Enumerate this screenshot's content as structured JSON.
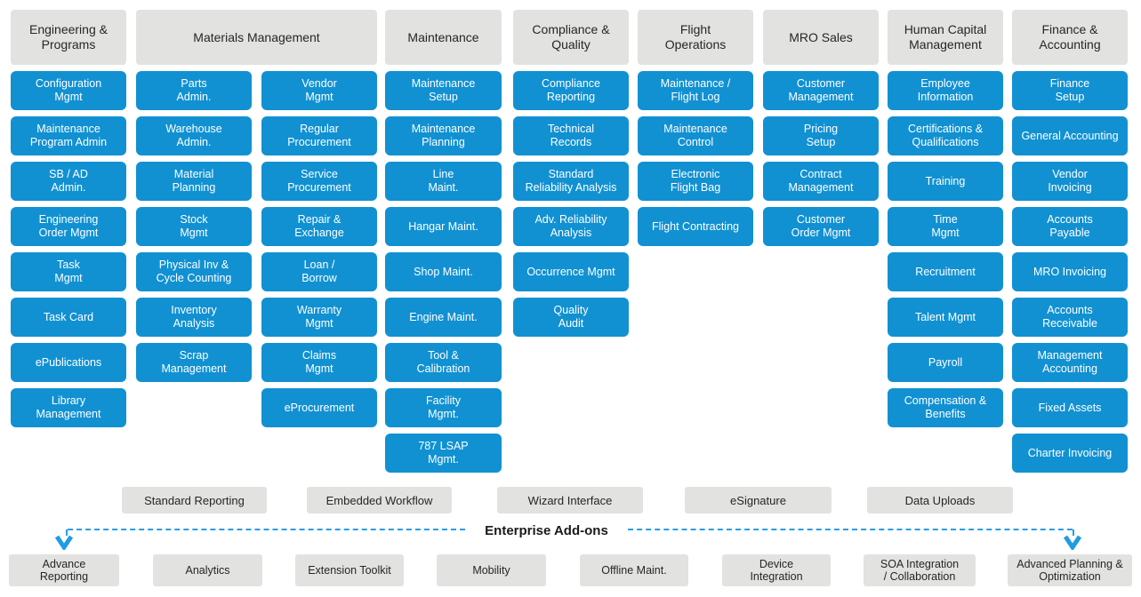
{
  "palette": {
    "module_blue": "#1191d2",
    "box_gray": "#e2e2e0",
    "dash_blue": "#2b9de0",
    "arrow_blue": "#1e9ce4",
    "header_text": "#262626",
    "module_text": "#ffffff"
  },
  "groups": [
    {
      "header": "Engineering &\nPrograms",
      "columns": [
        [
          "Configuration\nMgmt",
          "Maintenance\nProgram Admin",
          "SB / AD\nAdmin.",
          "Engineering\nOrder Mgmt",
          "Task\nMgmt",
          "Task Card",
          "ePublications",
          "Library\nManagement"
        ]
      ]
    },
    {
      "header": "Materials Management",
      "columns": [
        [
          "Parts\nAdmin.",
          "Warehouse\nAdmin.",
          "Material\nPlanning",
          "Stock\nMgmt",
          "Physical Inv &\nCycle Counting",
          "Inventory\nAnalysis",
          "Scrap\nManagement"
        ],
        [
          "Vendor\nMgmt",
          "Regular\nProcurement",
          "Service\nProcurement",
          "Repair &\nExchange",
          "Loan /\nBorrow",
          "Warranty\nMgmt",
          "Claims\nMgmt",
          "eProcurement"
        ]
      ]
    },
    {
      "header": "Maintenance",
      "columns": [
        [
          "Maintenance\nSetup",
          "Maintenance\nPlanning",
          "Line\nMaint.",
          "Hangar Maint.",
          "Shop Maint.",
          "Engine Maint.",
          "Tool &\nCalibration",
          "Facility\nMgmt.",
          "787 LSAP\nMgmt."
        ]
      ]
    },
    {
      "header": "Compliance &\nQuality",
      "columns": [
        [
          "Compliance\nReporting",
          "Technical\nRecords",
          "Standard\nReliability Analysis",
          "Adv. Reliability\nAnalysis",
          "Occurrence Mgmt",
          "Quality\nAudit"
        ]
      ]
    },
    {
      "header": "Flight\nOperations",
      "columns": [
        [
          "Maintenance /\nFlight Log",
          "Maintenance\nControl",
          "Electronic\nFlight Bag",
          "Flight Contracting"
        ]
      ]
    },
    {
      "header": "MRO Sales",
      "columns": [
        [
          "Customer\nManagement",
          "Pricing\nSetup",
          "Contract\nManagement",
          "Customer\nOrder Mgmt"
        ]
      ]
    },
    {
      "header": "Human Capital\nManagement",
      "columns": [
        [
          "Employee\nInformation",
          "Certifications &\nQualifications",
          "Training",
          "Time\nMgmt",
          "Recruitment",
          "Talent Mgmt",
          "Payroll",
          "Compensation &\nBenefits"
        ]
      ]
    },
    {
      "header": "Finance &\nAccounting",
      "columns": [
        [
          "Finance\nSetup",
          "General Accounting",
          "Vendor\nInvoicing",
          "Accounts\nPayable",
          "MRO Invoicing",
          "Accounts\nReceivable",
          "Management\nAccounting",
          "Fixed Assets",
          "Charter Invoicing"
        ]
      ]
    }
  ],
  "platform_modules": [
    "Standard Reporting",
    "Embedded Workflow",
    "Wizard Interface",
    "eSignature",
    "Data Uploads"
  ],
  "addons_band": {
    "label": "Enterprise Add-ons"
  },
  "addon_modules": [
    "Advance\nReporting",
    "Analytics",
    "Extension Toolkit",
    "Mobility",
    "Offline Maint.",
    "Device\nIntegration",
    "SOA Integration\n/ Collaboration",
    "Advanced Planning &\nOptimization"
  ]
}
